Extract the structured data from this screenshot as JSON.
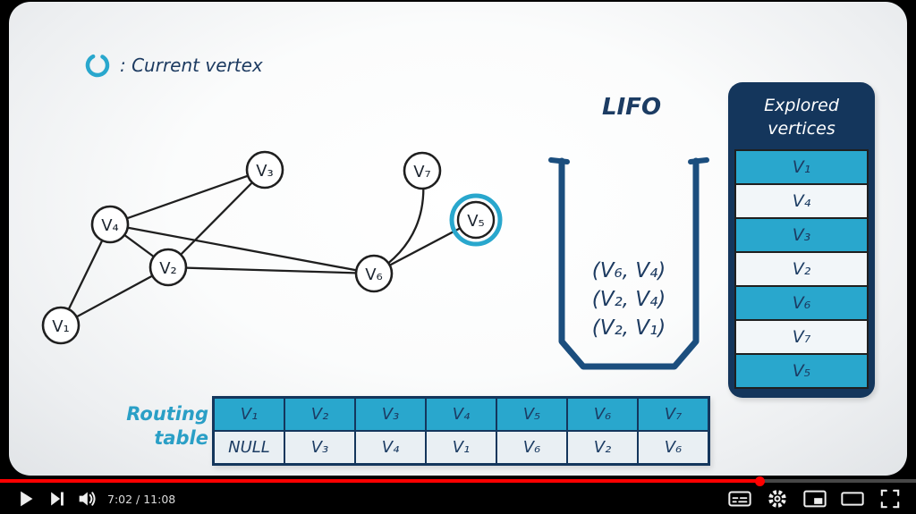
{
  "legend": {
    "label": ": Current vertex"
  },
  "graph": {
    "vertices": [
      "V₁",
      "V₂",
      "V₃",
      "V₄",
      "V₅",
      "V₆",
      "V₇"
    ],
    "current_vertex": "V₅"
  },
  "stack": {
    "title": "LIFO",
    "items": [
      "(V₆, V₄)",
      "(V₂, V₄)",
      "(V₂, V₁)"
    ]
  },
  "explored": {
    "title": "Explored vertices",
    "rows": [
      "V₁",
      "V₄",
      "V₃",
      "V₂",
      "V₆",
      "V₇",
      "V₅"
    ]
  },
  "routing": {
    "label": "Routing table",
    "headers": [
      "V₁",
      "V₂",
      "V₃",
      "V₄",
      "V₅",
      "V₆",
      "V₇"
    ],
    "values": [
      "NULL",
      "V₃",
      "V₄",
      "V₁",
      "V₆",
      "V₂",
      "V₆"
    ]
  },
  "player": {
    "current_time": "7:02",
    "duration": "11:08",
    "time_display": "7:02 / 11:08",
    "progress_percent": 83
  },
  "colors": {
    "accent_teal": "#29a7cd",
    "navy": "#14365c",
    "stack_stroke": "#1b4e7e",
    "progress_red": "#ff0000"
  }
}
